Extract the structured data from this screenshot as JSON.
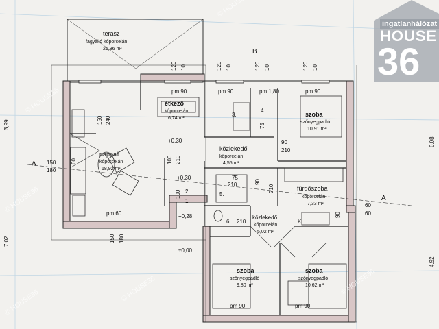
{
  "rooms": {
    "terasz": {
      "name": "terasz",
      "floor": "fagyálló kőporcelán",
      "area": "21,86 m²"
    },
    "etkezo": {
      "name": "étkező",
      "floor": "kőporcelán",
      "area": "6,74 m²"
    },
    "nappali": {
      "name": "nappali",
      "floor": "kőporcelán",
      "area": "18,92 m²"
    },
    "kozlekedo1": {
      "name": "közlekedő",
      "floor": "kőporcelán",
      "area": "4,55 m²"
    },
    "szoba1": {
      "name": "szoba",
      "floor": "szőnyegpadló",
      "area": "10,91 m²"
    },
    "furdo": {
      "name": "fürdőszoba",
      "floor": "kőporcelán",
      "area": "7,33 m²"
    },
    "kozlekedo2": {
      "name": "közlekedő",
      "floor": "kőporcelán",
      "area": "5,02 m²"
    },
    "szoba2": {
      "name": "szoba",
      "floor": "szőnyegpadló",
      "area": "9,80 m²"
    },
    "szoba3": {
      "name": "szoba",
      "floor": "szőnyegpadló",
      "area": "10,62 m²"
    }
  },
  "labels": {
    "pm90a": "pm 90",
    "pm90b": "pm 90",
    "pm180": "pm 1,80",
    "pm90c": "pm 90",
    "pm60": "pm 60",
    "pm90d": "pm 90",
    "pm90e": "pm 90",
    "n120a": "120",
    "n120b": "120",
    "n120c": "120",
    "n120d": "120",
    "n10a": "10",
    "n10b": "10",
    "n10c": "10",
    "n10d": "10",
    "n150top": "150",
    "n240": "240",
    "n150l": "150",
    "n180l": "180",
    "n60l": "60",
    "n210a": "210",
    "n90a": "90",
    "n210b": "210",
    "n100a": "100",
    "n210c": "210",
    "n210d": "210",
    "n90b": "90",
    "n210e": "210",
    "n100b": "100",
    "n75a": "75",
    "n75b": "75",
    "n150b": "150",
    "n180b": "180",
    "n60r1": "60",
    "n60r2": "60",
    "n90c": "90",
    "dimleft1": "3,99",
    "dimleft2": "7,02",
    "dimright1": "6,08",
    "dimright2": "4,92",
    "lvl1": "+0,30",
    "lvl2": "+0,30",
    "lvl3": "+0,28",
    "lvl4": "±0,00",
    "room3": "3.",
    "room4": "4.",
    "room5": "5.",
    "room2": "2.",
    "room1": "1.",
    "room6": "6.",
    "secA1": "A",
    "secA2": "A",
    "secB": "B",
    "mkt": "K"
  },
  "logo": {
    "line1": "ingatlanhálózat",
    "line2": "HOUSE",
    "line3": "36"
  },
  "watermark": "© HOUSE36"
}
